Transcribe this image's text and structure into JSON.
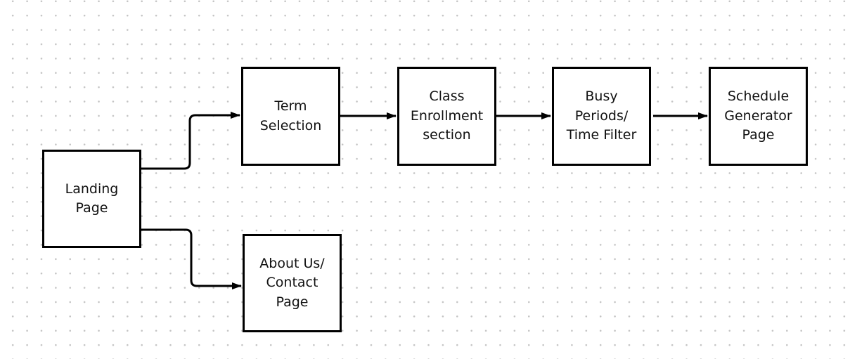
{
  "diagram": {
    "nodes": {
      "landing": {
        "label": "Landing\nPage"
      },
      "term": {
        "label": "Term\nSelection"
      },
      "class_enrollment": {
        "label": "Class\nEnrollment\nsection"
      },
      "busy_periods": {
        "label": "Busy\nPeriods/\nTime Filter"
      },
      "schedule_generator": {
        "label": "Schedule\nGenerator\nPage"
      },
      "about_contact": {
        "label": "About Us/\nContact\nPage"
      }
    },
    "edges": [
      {
        "from": "Landing Page",
        "to": "Term Selection"
      },
      {
        "from": "Landing Page",
        "to": "About Us/ Contact Page"
      },
      {
        "from": "Term Selection",
        "to": "Class Enrollment section"
      },
      {
        "from": "Class Enrollment section",
        "to": "Busy Periods/ Time Filter"
      },
      {
        "from": "Busy Periods/ Time Filter",
        "to": "Schedule Generator Page"
      }
    ],
    "colors": {
      "background": "#ffffff",
      "grid_dot": "#c4c4c4",
      "stroke": "#000000",
      "text": "#111111"
    }
  }
}
